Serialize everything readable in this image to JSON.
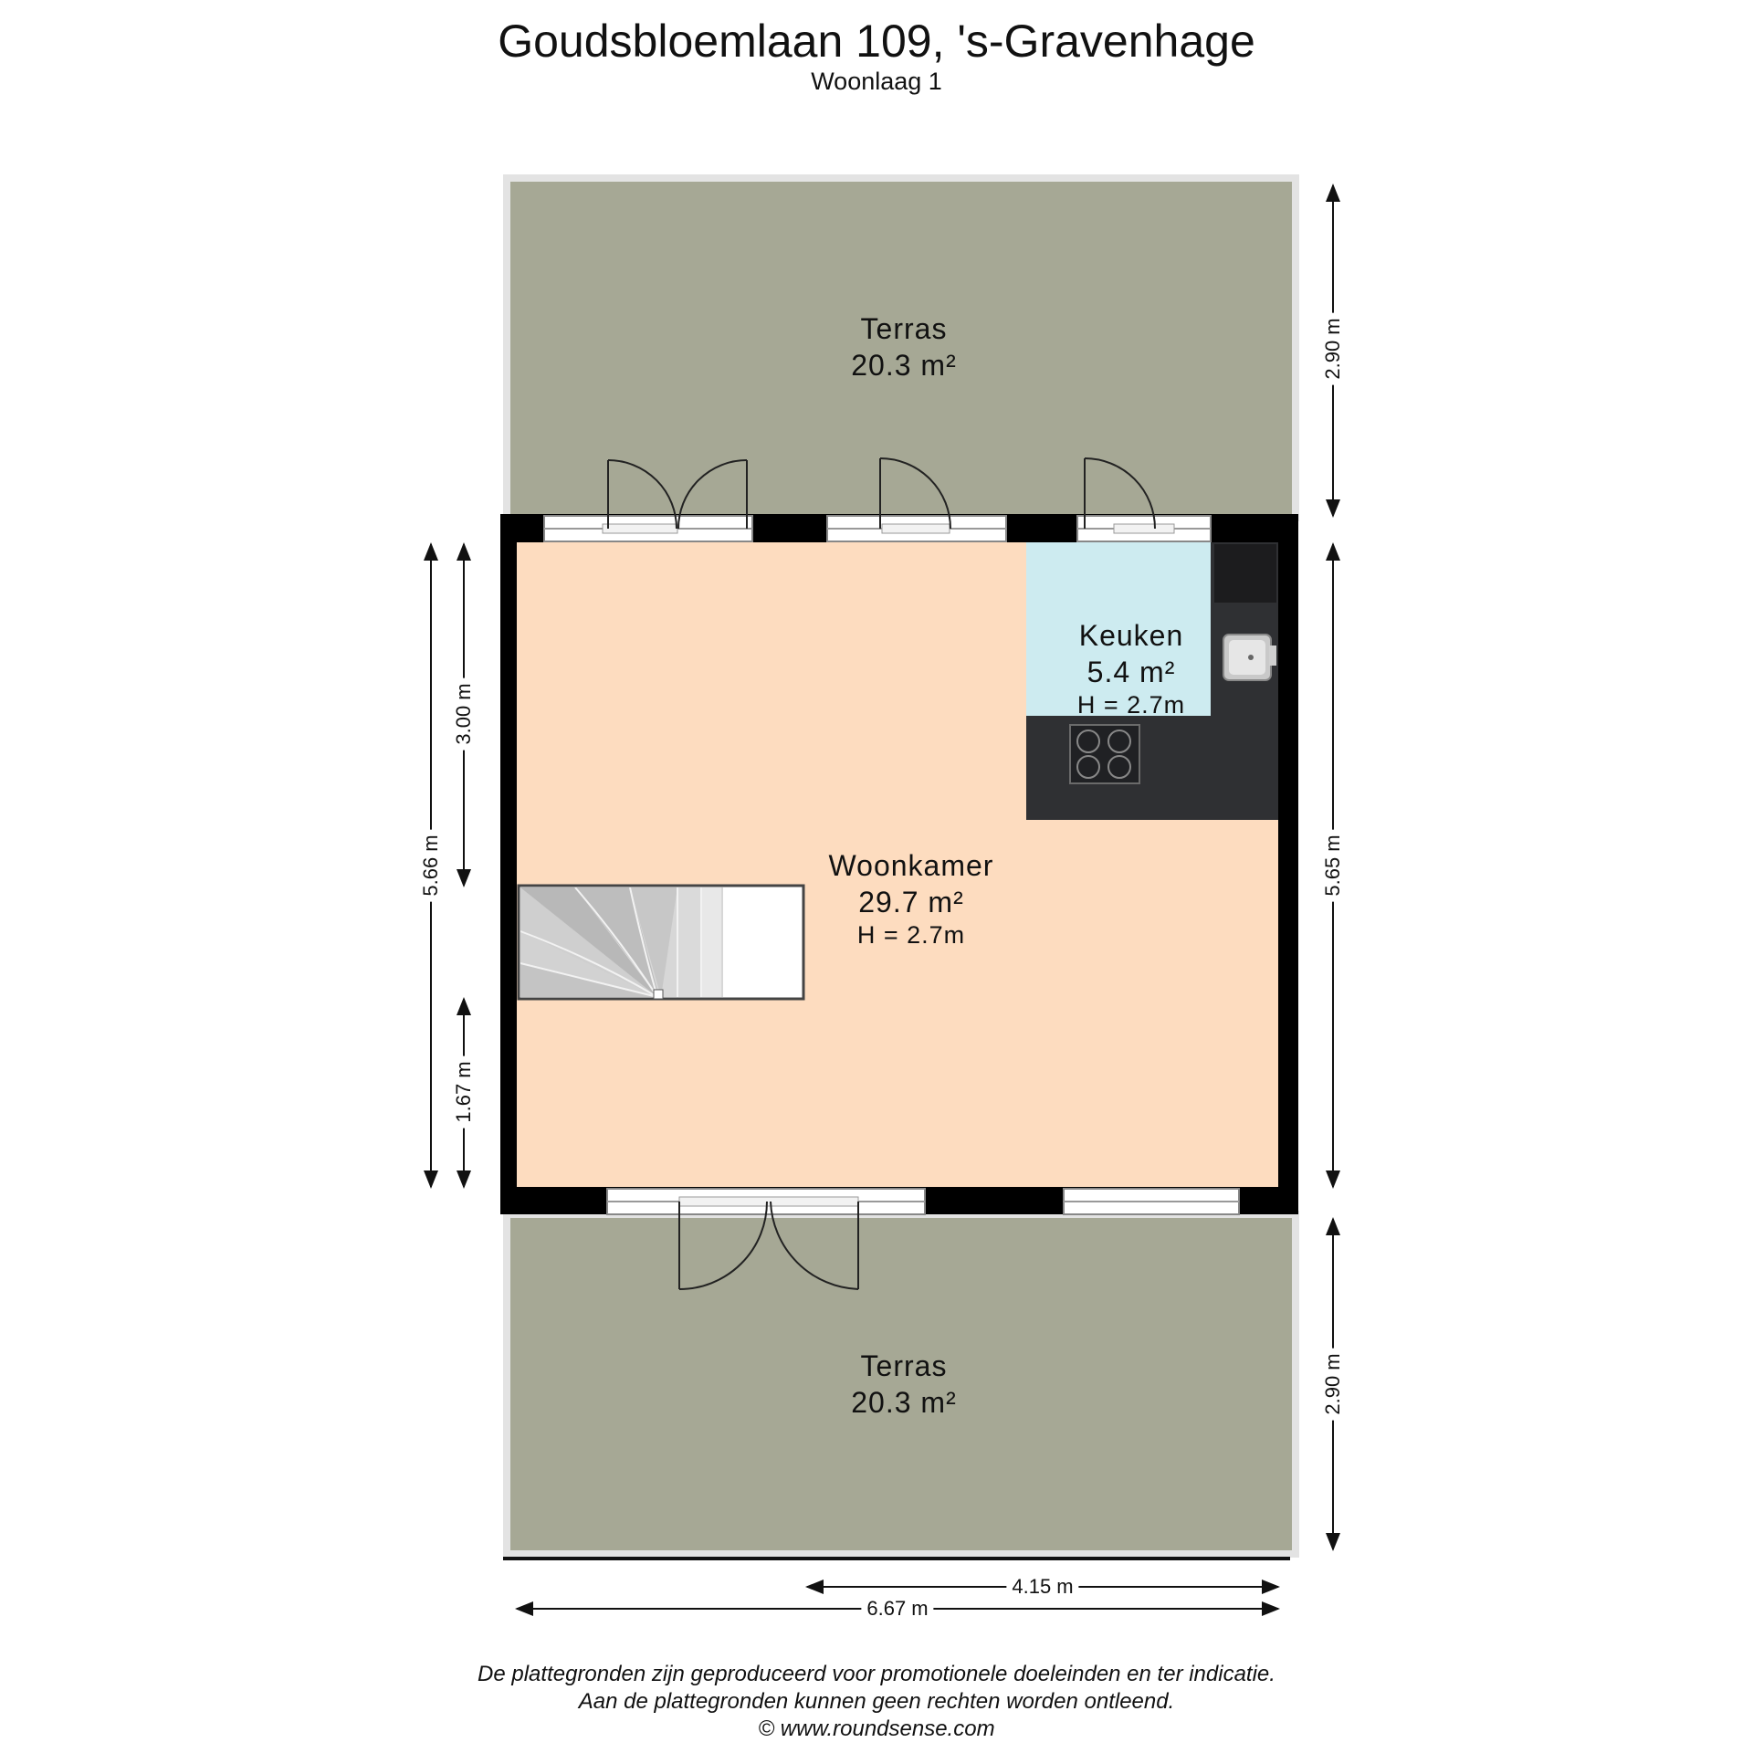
{
  "header": {
    "title": "Goudsbloemlaan 109, 's-Gravenhage",
    "subtitle": "Woonlaag 1"
  },
  "rooms": {
    "terras_top": {
      "name": "Terras",
      "area": "20.3 m²"
    },
    "keuken": {
      "name": "Keuken",
      "area": "5.4 m²",
      "height": "H = 2.7m"
    },
    "woonkamer": {
      "name": "Woonkamer",
      "area": "29.7 m²",
      "height": "H = 2.7m"
    },
    "terras_bottom": {
      "name": "Terras",
      "area": "20.3 m²"
    }
  },
  "dimensions": {
    "right_top": "2.90 m",
    "right_middle": "5.65 m",
    "right_bottom": "2.90 m",
    "left_outer": "5.66 m",
    "left_inner_top": "3.00 m",
    "left_inner_bottom": "1.67 m",
    "bottom_short": "4.15 m",
    "bottom_long": "6.67 m"
  },
  "footer": {
    "line1": "De plattegronden zijn geproduceerd voor promotionele doeleinden en ter indicatie.",
    "line2": "Aan de plattegronden kunnen geen rechten worden ontleend.",
    "line3": "© www.roundsense.com"
  },
  "colors": {
    "terrace": "#a6a895",
    "living": "#fddcbf",
    "kitchen": "#cdebf0",
    "wall": "#000000",
    "counter": "#2f3033"
  }
}
